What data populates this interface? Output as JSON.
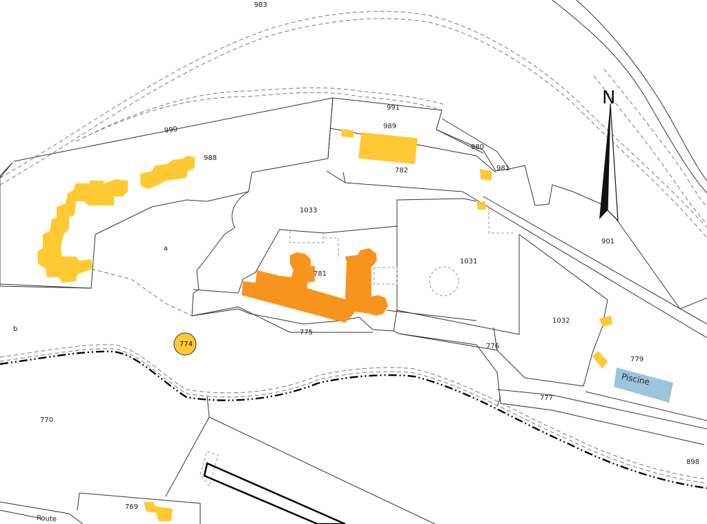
{
  "map": {
    "colors": {
      "building_main": "#F7941D",
      "building_secondary": "#FFC933",
      "water": "#9EC4DC",
      "parcel_line": "#333333",
      "background": "#FFFFFF"
    },
    "north_arrow": {
      "label": "N",
      "icon": "north-arrow-icon"
    },
    "parcel_labels": {
      "p983": "983",
      "p991": "991",
      "p989": "989",
      "p990": "990",
      "p988": "988",
      "p980": "980",
      "p981": "981",
      "p782": "782",
      "p1033": "1033",
      "p781": "781",
      "p1031": "1031",
      "p901": "901",
      "pa": "a",
      "pb": "b",
      "p774": "774",
      "p775": "775",
      "p776": "776",
      "p1032": "1032",
      "p779": "779",
      "p777": "777",
      "p770": "770",
      "p898": "898",
      "p769": "769"
    },
    "feature_labels": {
      "piscine": "Piscine",
      "route": "Route"
    }
  }
}
